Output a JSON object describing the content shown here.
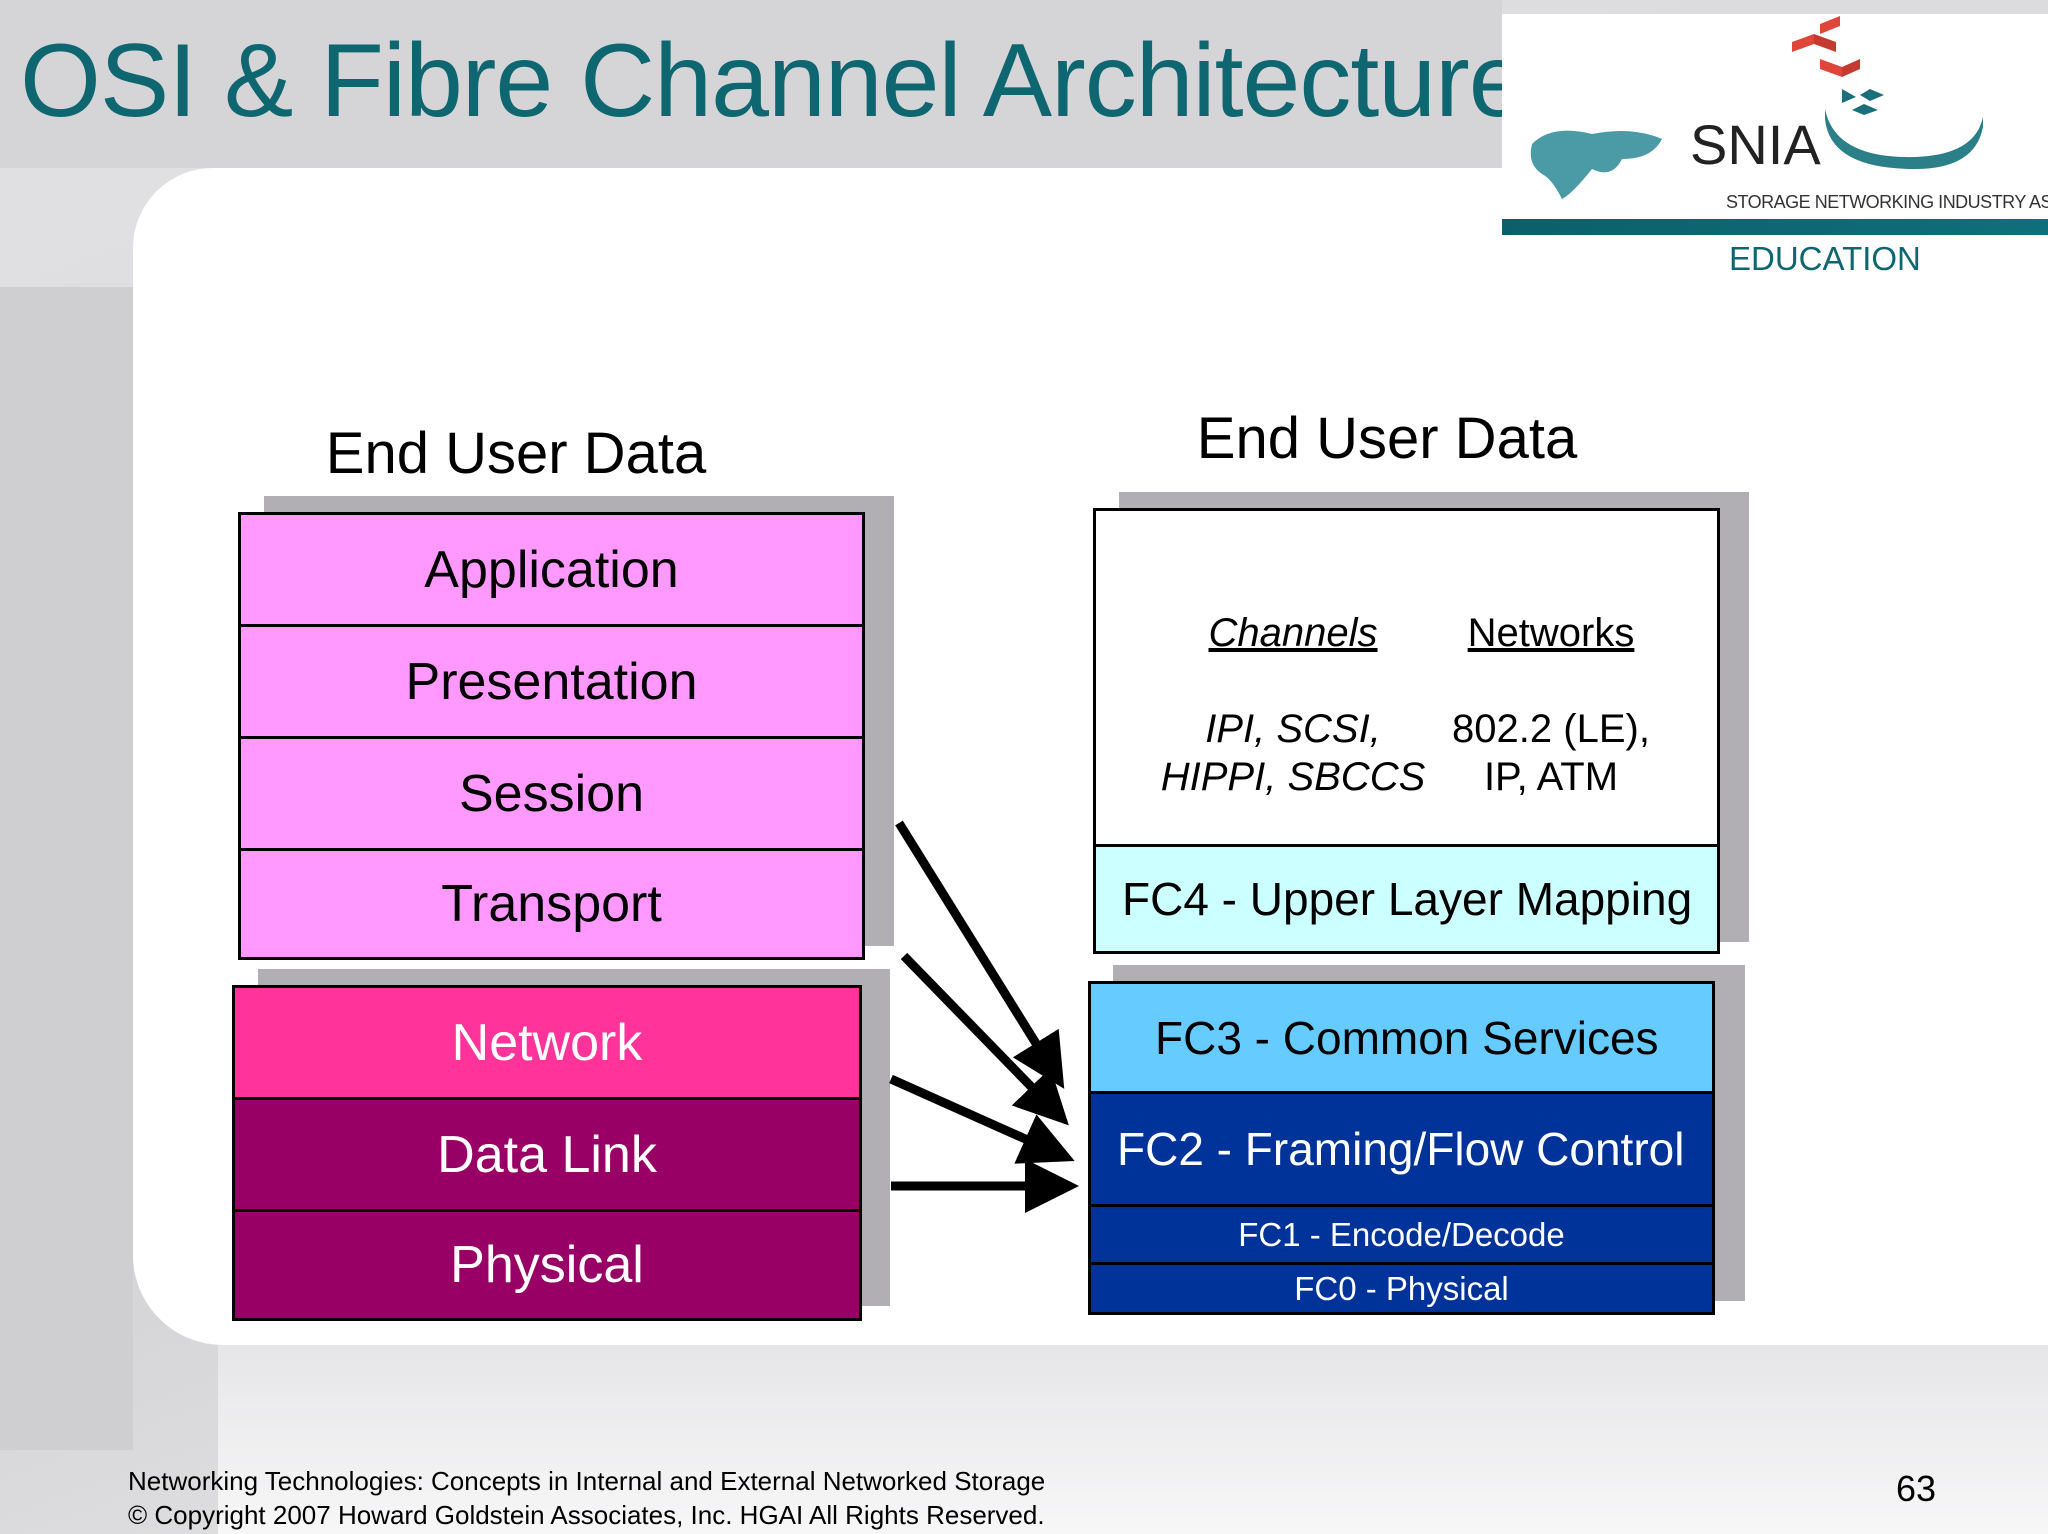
{
  "title": "OSI & Fibre Channel Architecture",
  "logo": {
    "name": "SNIA",
    "tagline": "Storage Networking Industry Association",
    "section": "EDUCATION"
  },
  "osi": {
    "heading": "End User Data",
    "upper_layers": [
      "Application",
      "Presentation",
      "Session",
      "Transport"
    ],
    "lower_layers": [
      "Network",
      "Data Link",
      "Physical"
    ]
  },
  "fc": {
    "heading": "End User Data",
    "channels_header": "Channels",
    "channels_line1": "IPI, SCSI,",
    "channels_line2": "HIPPI, SBCCS",
    "networks_header": "Networks",
    "networks_line1": "802.2 (LE),",
    "networks_line2": "IP, ATM",
    "fc4": "FC4 - Upper Layer Mapping",
    "fc3": "FC3 - Common Services",
    "fc2": "FC2 - Framing/Flow Control",
    "fc1": "FC1 - Encode/Decode",
    "fc0": "FC0 - Physical"
  },
  "colors": {
    "title": "#0e6670",
    "osi_upper": "#ff99ff",
    "network": "#ff3399",
    "datalink": "#990066",
    "fc4": "#ccffff",
    "fc3": "#66ccff",
    "fc2": "#003399"
  },
  "footer": {
    "line1": "Networking Technologies: Concepts in Internal and External Networked Storage",
    "line2": "© Copyright 2007 Howard Goldstein Associates, Inc. HGAI All Rights Reserved.",
    "page": "63"
  }
}
